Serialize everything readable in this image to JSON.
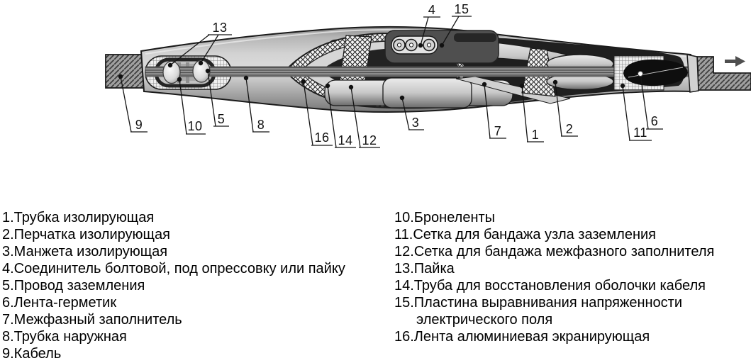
{
  "diagram": {
    "callout_labels": [
      "1",
      "2",
      "3",
      "4",
      "5",
      "6",
      "7",
      "8",
      "9",
      "10",
      "11",
      "12",
      "13",
      "14",
      "15",
      "16"
    ],
    "icons": {
      "direction_arrow": "right-arrow"
    }
  },
  "legend": {
    "left_column": [
      "1.Трубка изолирующая",
      "2.Перчатка изолирующая",
      "3.Манжета изолирующая",
      "4.Соединитель болтовой, под опрессовку или пайку",
      "5.Провод заземления",
      "6.Лента-герметик",
      "7.Межфазный заполнитель",
      "8.Трубка наружная",
      "9.Кабель"
    ],
    "right_column": [
      "10.Бронеленты",
      "11.Сетка для бандажа узла заземления",
      "12.Сетка для бандажа межфазного заполнителя",
      "13.Пайка",
      "14.Труба для восстановления оболочки кабеля",
      "15.Пластина выравнивания напряженности электрического поля",
      "16.Лента алюминиевая экранирующая"
    ]
  },
  "colors": {
    "background": "#ffffff",
    "outline": "#1a1a1a",
    "body_gray": "#c6c6c6",
    "cavity_dark": "#1f1f1f",
    "arrow_gray": "#4f4f4f",
    "mesh_background": "#f3f3f3"
  }
}
